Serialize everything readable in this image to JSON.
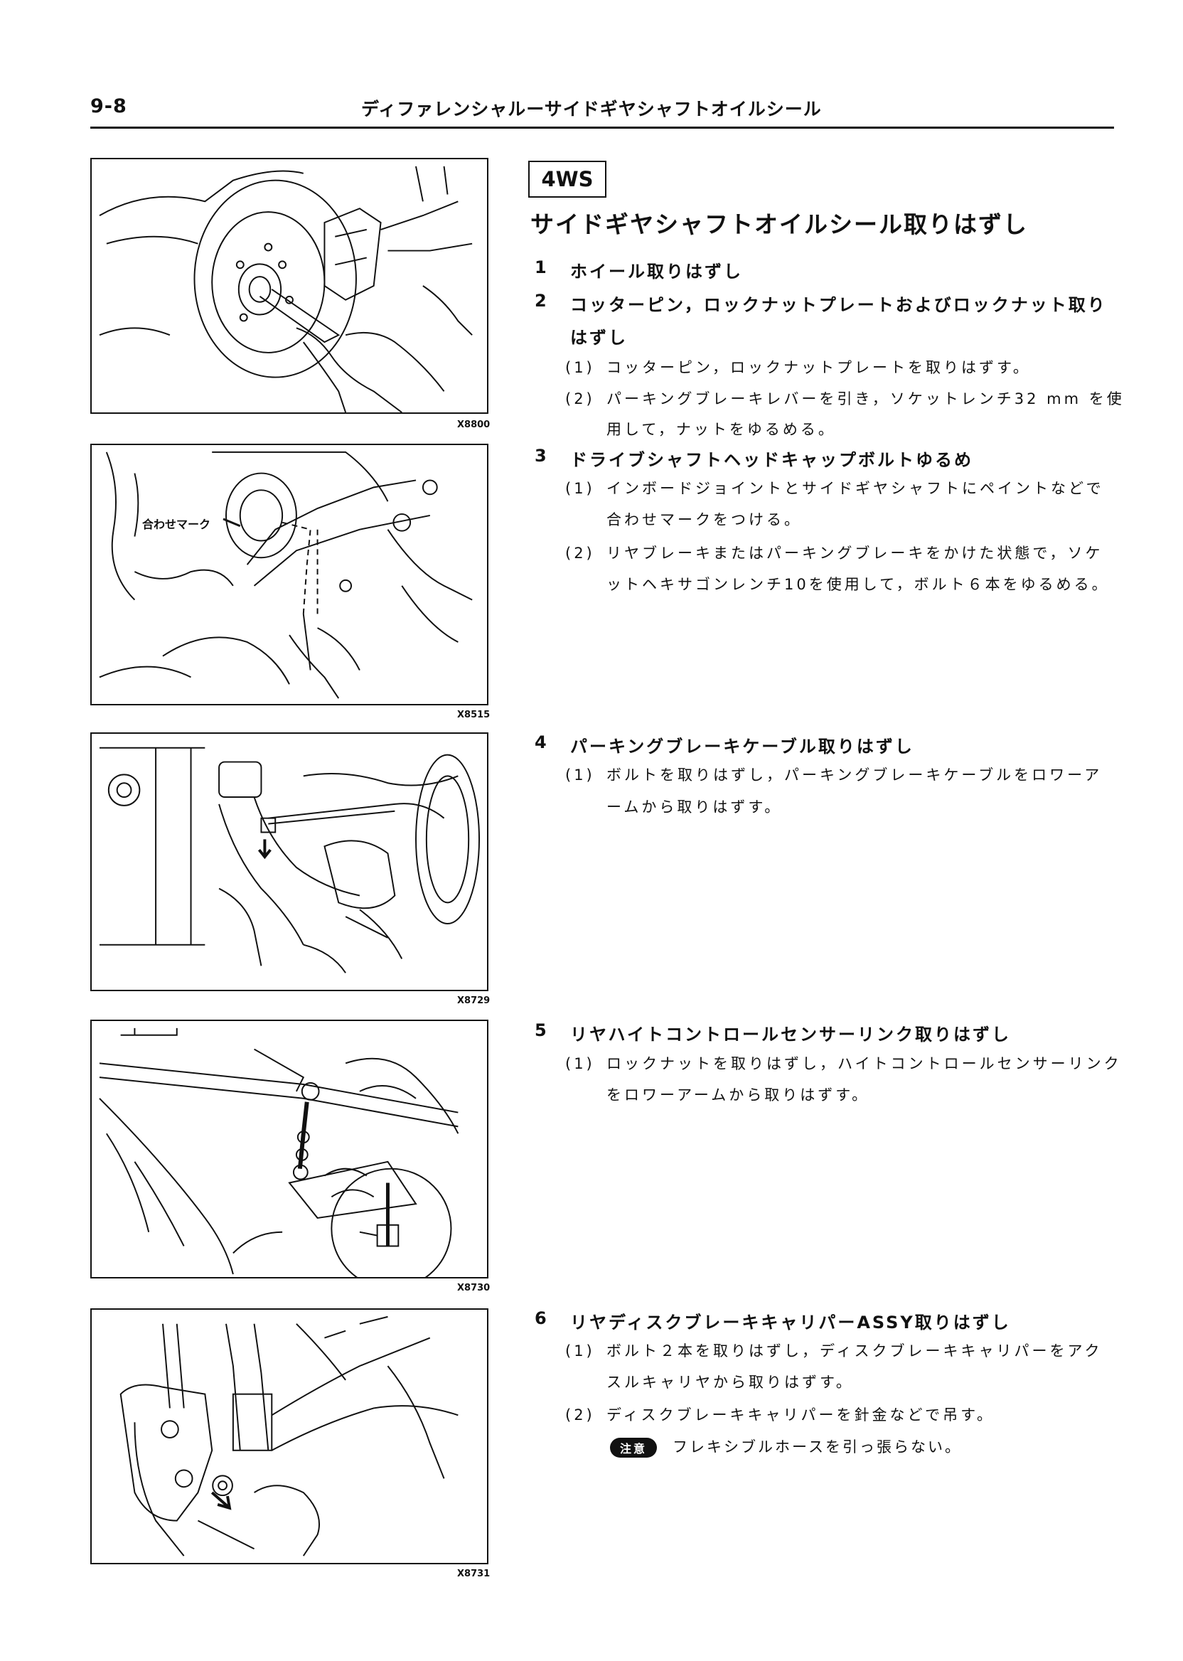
{
  "header": {
    "page_number": "9-8",
    "running_title": "ディファレンシャルーサイドギヤシャフトオイルシール"
  },
  "badge": "4WS",
  "section_title": "サイドギヤシャフトオイルシール取りはずし",
  "figures": [
    {
      "code": "X8800"
    },
    {
      "code": "X8515",
      "callout": "合わせマーク"
    },
    {
      "code": "X8729"
    },
    {
      "code": "X8730"
    },
    {
      "code": "X8731"
    }
  ],
  "steps": [
    {
      "num": "1",
      "title": "ホイール取りはずし",
      "subs": []
    },
    {
      "num": "2",
      "title": "コッターピン，ロックナットプレートおよびロックナット取り",
      "title2": "はずし",
      "subs": [
        {
          "num": "(1)",
          "lines": [
            "コッターピン，ロックナットプレートを取りはずす。"
          ]
        },
        {
          "num": "(2)",
          "lines": [
            "パーキングブレーキレバーを引き，ソケットレンチ32 mm を使",
            "用して，ナットをゆるめる。"
          ]
        }
      ]
    },
    {
      "num": "3",
      "title": "ドライブシャフトヘッドキャップボルトゆるめ",
      "subs": [
        {
          "num": "(1)",
          "lines": [
            "インボードジョイントとサイドギヤシャフトにペイントなどで",
            "合わせマークをつける。"
          ]
        },
        {
          "num": "(2)",
          "lines": [
            "リヤブレーキまたはパーキングブレーキをかけた状態で，ソケ",
            "ットヘキサゴンレンチ10を使用して，ボルト６本をゆるめる。"
          ]
        }
      ]
    },
    {
      "num": "4",
      "title": "パーキングブレーキケーブル取りはずし",
      "subs": [
        {
          "num": "(1)",
          "lines": [
            "ボルトを取りはずし，パーキングブレーキケーブルをロワーア",
            "ームから取りはずす。"
          ]
        }
      ]
    },
    {
      "num": "5",
      "title": "リヤハイトコントロールセンサーリンク取りはずし",
      "subs": [
        {
          "num": "(1)",
          "lines": [
            "ロックナットを取りはずし，ハイトコントロールセンサーリンク",
            "をロワーアームから取りはずす。"
          ]
        }
      ]
    },
    {
      "num": "6",
      "title": "リヤディスクブレーキキャリパーASSY取りはずし",
      "subs": [
        {
          "num": "(1)",
          "lines": [
            "ボルト２本を取りはずし，ディスクブレーキキャリパーをアク",
            "スルキャリヤから取りはずす。"
          ]
        },
        {
          "num": "(2)",
          "lines": [
            "ディスクブレーキキャリパーを針金などで吊す。"
          ]
        }
      ]
    }
  ],
  "caution": {
    "badge": "注意",
    "text": "フレキシブルホースを引っ張らない。"
  }
}
